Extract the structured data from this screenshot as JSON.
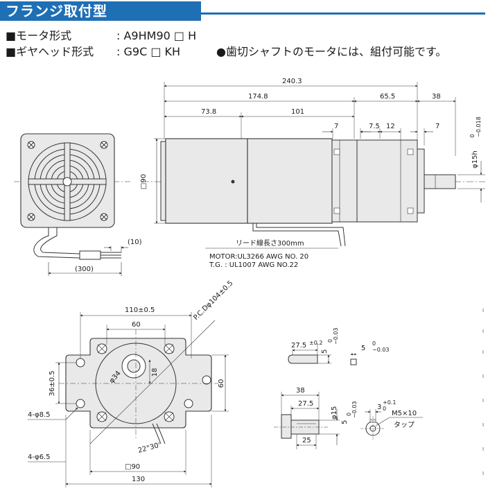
{
  "header": {
    "title": "フランジ取付型"
  },
  "specs": [
    {
      "label": "■モータ形式",
      "sep": ":",
      "value": "A9HM90 □ H"
    },
    {
      "label": "■ギヤヘッド形式",
      "sep": ":",
      "value": "G9C □ KH"
    }
  ],
  "note": "●歯切シャフトのモータには、組付可能です。",
  "side_view": {
    "dims": {
      "d240": "240.3",
      "d174": "174.8",
      "d655": "65.5",
      "d38": "38",
      "d738": "73.8",
      "d101": "101",
      "d7a": "7",
      "d75": "7.5",
      "d12": "12",
      "d7b": "7",
      "sq90": "□90"
    },
    "shaft_dia": "φ15h",
    "shaft_tol_top": "0",
    "shaft_tol_bot": "−0.018",
    "lead_len": "リード線長さ300mm",
    "motor_wire": "MOTOR:UL3266 AWG NO. 20",
    "tg_wire": "T.G. : UL1007 AWG NO.22"
  },
  "rear_view": {
    "lead_10": "(10)",
    "lead_300": "(300)"
  },
  "flange_view": {
    "d110": "110±0.5",
    "d60": "60",
    "pcd": "P.C.Dφ104±0.5",
    "d34": "φ34",
    "d18": "18",
    "d36": "36±0.5",
    "d60v": "60",
    "hole85": "4-φ8.5",
    "hole65": "4-φ6.5",
    "ang": "22°30'",
    "sq90": "□90",
    "d130": "130"
  },
  "key_detail": {
    "d275": "27.5",
    "d275_tol": "±0.2",
    "d5": "5",
    "d5_tol_top": "0",
    "d5_tol_bot": "−0.03",
    "d5b": "5",
    "d5b_tol_top": "0",
    "d5b_tol_bot": "−0.03"
  },
  "shaft_detail": {
    "d38": "38",
    "d275": "27.5",
    "d15": "φ15",
    "d5": "5",
    "d5_tol_top": "0",
    "d5_tol_bot": "−0.03",
    "d3": "3",
    "d3_tol_top": "+0.1",
    "d3_tol_bot": "0",
    "d25": "25",
    "tap_size": "M5×10",
    "tap": "タップ"
  }
}
